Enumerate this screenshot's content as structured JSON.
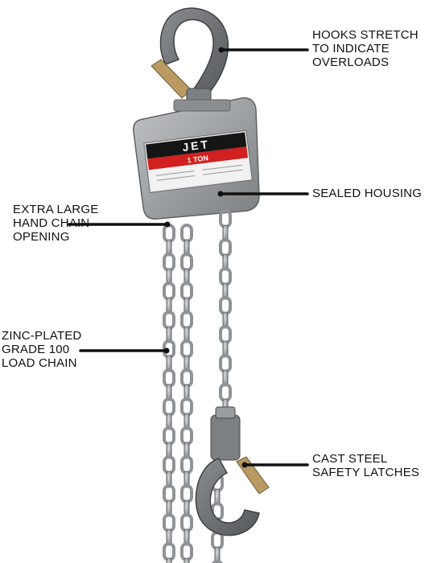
{
  "product": {
    "brand_label": "JET",
    "capacity_label": "1 TON"
  },
  "callouts": [
    {
      "lines": [
        "HOOKS STRETCH",
        "TO INDICATE",
        "OVERLOADS"
      ]
    },
    {
      "lines": [
        "SEALED HOUSING"
      ]
    },
    {
      "lines": [
        "EXTRA LARGE",
        "HAND CHAIN",
        "OPENING"
      ]
    },
    {
      "lines": [
        "ZINC-PLATED",
        "GRADE 100",
        "LOAD CHAIN"
      ]
    },
    {
      "lines": [
        "CAST STEEL",
        "SAFETY LATCHES"
      ]
    }
  ],
  "colors": {
    "housing": "#9ea1a4",
    "chain": "#9fa3a7",
    "label_red": "#d21f1f",
    "label_black": "#151515",
    "latch_brass": "#b99a62",
    "callout_line": "#111111"
  }
}
